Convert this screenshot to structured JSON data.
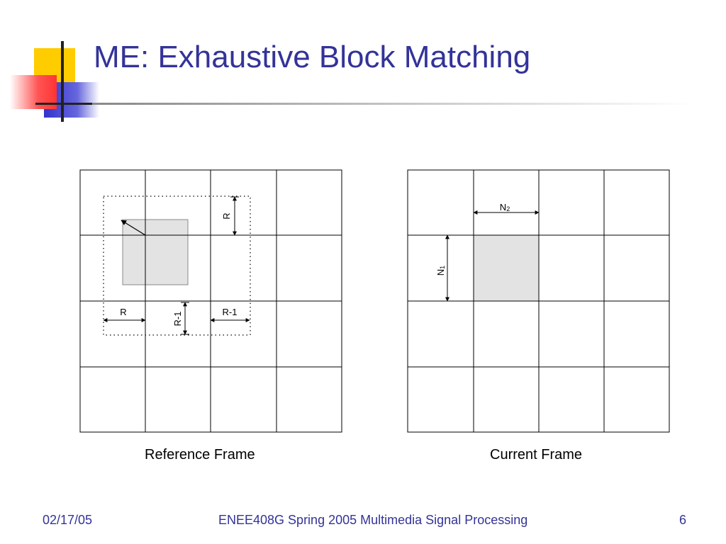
{
  "slide": {
    "title": "ME: Exhaustive Block Matching"
  },
  "theme": {
    "title_color": "#333399",
    "logo_yellow": "#FFCC00",
    "logo_red": "#FF3333",
    "logo_blue": "#3333CC",
    "block_fill": "#E3E3E3"
  },
  "diagram": {
    "reference": {
      "caption": "Reference Frame",
      "label_top_r": "R",
      "label_left_r": "R",
      "label_mid_r1": "R-1",
      "label_right_r1": "R-1"
    },
    "current": {
      "caption": "Current Frame",
      "label_n2": "N",
      "label_n2_sub": "2",
      "label_n1": "N",
      "label_n1_sub": "1"
    }
  },
  "footer": {
    "date": "02/17/05",
    "course": "ENEE408G Spring  2005 Multimedia Signal Processing",
    "page": "6"
  }
}
